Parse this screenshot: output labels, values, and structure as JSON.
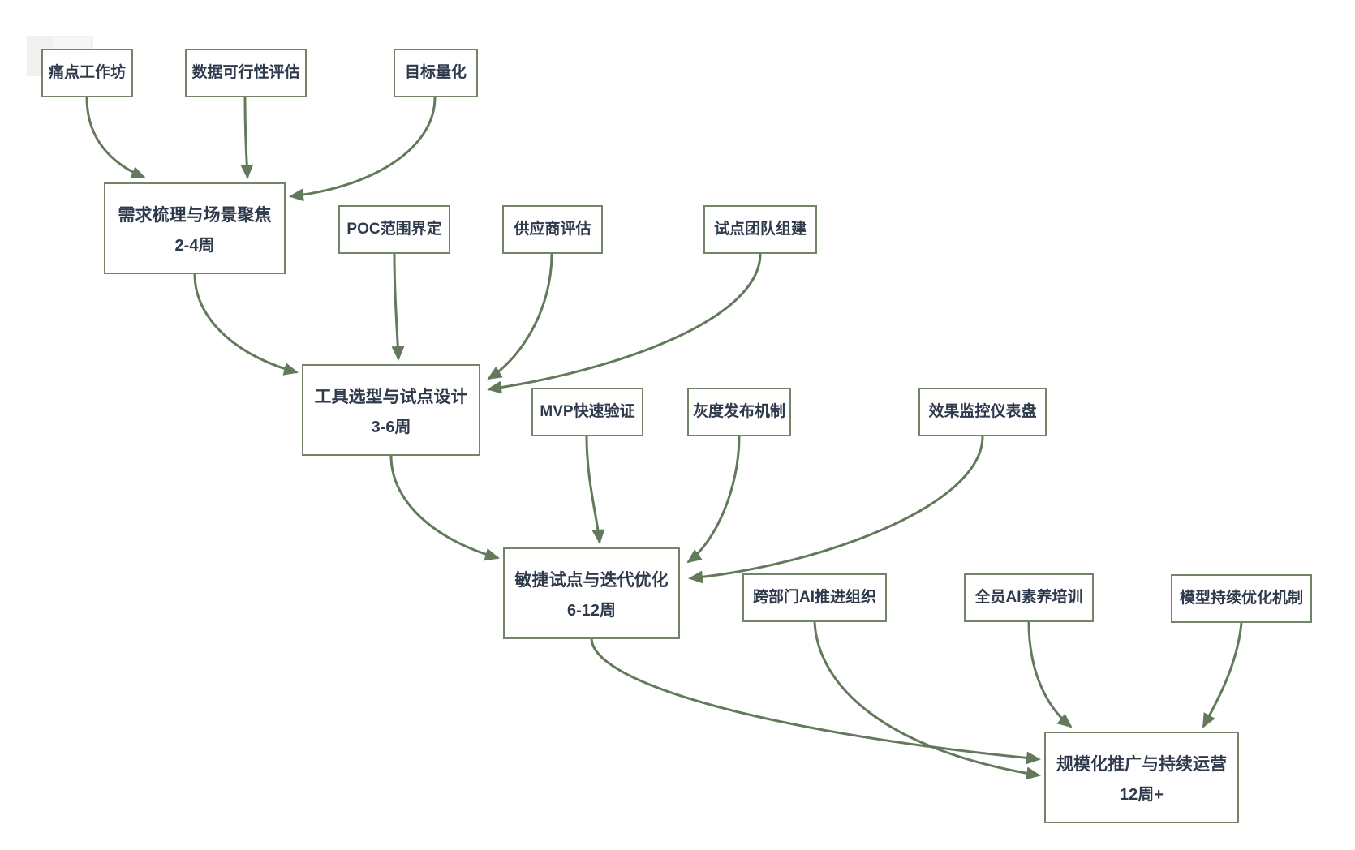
{
  "diagram": {
    "type": "flowchart",
    "colors": {
      "accent_green": "#62795c",
      "box_border": "#72856b",
      "text": "#2e3a4c",
      "background": "#ffffff",
      "artifact_gray": "#f1f1f2"
    },
    "inputs": [
      {
        "label": "痛点工作坊"
      },
      {
        "label": "数据可行性评估"
      },
      {
        "label": "目标量化"
      },
      {
        "label": "POC范围界定"
      },
      {
        "label": "供应商评估"
      },
      {
        "label": "试点团队组建"
      },
      {
        "label": "MVP快速验证"
      },
      {
        "label": "灰度发布机制"
      },
      {
        "label": "效果监控仪表盘"
      },
      {
        "label": "跨部门AI推进组织"
      },
      {
        "label": "全员AI素养培训"
      },
      {
        "label": "模型持续优化机制"
      }
    ],
    "stages": [
      {
        "title": "需求梳理与场景聚焦",
        "duration": "2-4周"
      },
      {
        "title": "工具选型与试点设计",
        "duration": "3-6周"
      },
      {
        "title": "敏捷试点与迭代优化",
        "duration": "6-12周"
      },
      {
        "title": "规模化推广与持续运营",
        "duration": "12周+"
      }
    ],
    "edges": [
      {
        "from": "痛点工作坊",
        "to": "需求梳理与场景聚焦"
      },
      {
        "from": "数据可行性评估",
        "to": "需求梳理与场景聚焦"
      },
      {
        "from": "目标量化",
        "to": "需求梳理与场景聚焦"
      },
      {
        "from": "需求梳理与场景聚焦",
        "to": "工具选型与试点设计"
      },
      {
        "from": "POC范围界定",
        "to": "工具选型与试点设计"
      },
      {
        "from": "供应商评估",
        "to": "工具选型与试点设计"
      },
      {
        "from": "试点团队组建",
        "to": "工具选型与试点设计"
      },
      {
        "from": "工具选型与试点设计",
        "to": "敏捷试点与迭代优化"
      },
      {
        "from": "MVP快速验证",
        "to": "敏捷试点与迭代优化"
      },
      {
        "from": "灰度发布机制",
        "to": "敏捷试点与迭代优化"
      },
      {
        "from": "效果监控仪表盘",
        "to": "敏捷试点与迭代优化"
      },
      {
        "from": "敏捷试点与迭代优化",
        "to": "规模化推广与持续运营"
      },
      {
        "from": "跨部门AI推进组织",
        "to": "规模化推广与持续运营"
      },
      {
        "from": "全员AI素养培训",
        "to": "规模化推广与持续运营"
      },
      {
        "from": "模型持续优化机制",
        "to": "规模化推广与持续运营"
      }
    ]
  }
}
